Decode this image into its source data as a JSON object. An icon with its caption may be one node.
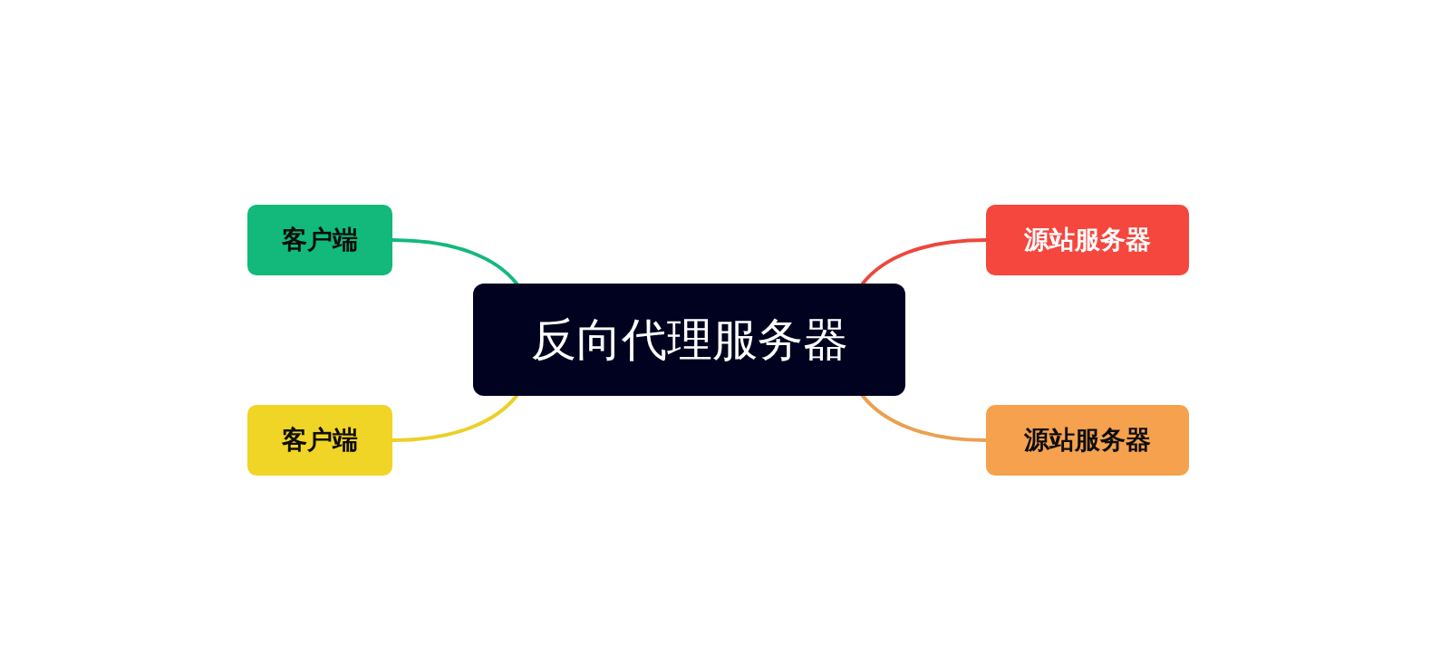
{
  "diagram": {
    "nodes": [
      {
        "text": [
          "客户端"
        ]
      },
      {
        "text": [
          "源站服务器"
        ]
      },
      {
        "text": [
          "反向代理服务器"
        ]
      },
      {
        "text": [
          "客户端"
        ]
      },
      {
        "text": [
          "源站服务器"
        ]
      }
    ],
    "edges": [
      {
        "from": 2,
        "to": 0,
        "arrow": "none",
        "color": "#13b97c"
      },
      {
        "from": 2,
        "to": 1,
        "arrow": "none",
        "color": "#ec483d"
      },
      {
        "from": 2,
        "to": 3,
        "arrow": "none",
        "color": "#ecd02a"
      },
      {
        "from": 2,
        "to": 4,
        "arrow": "none",
        "color": "#eba050"
      }
    ]
  }
}
